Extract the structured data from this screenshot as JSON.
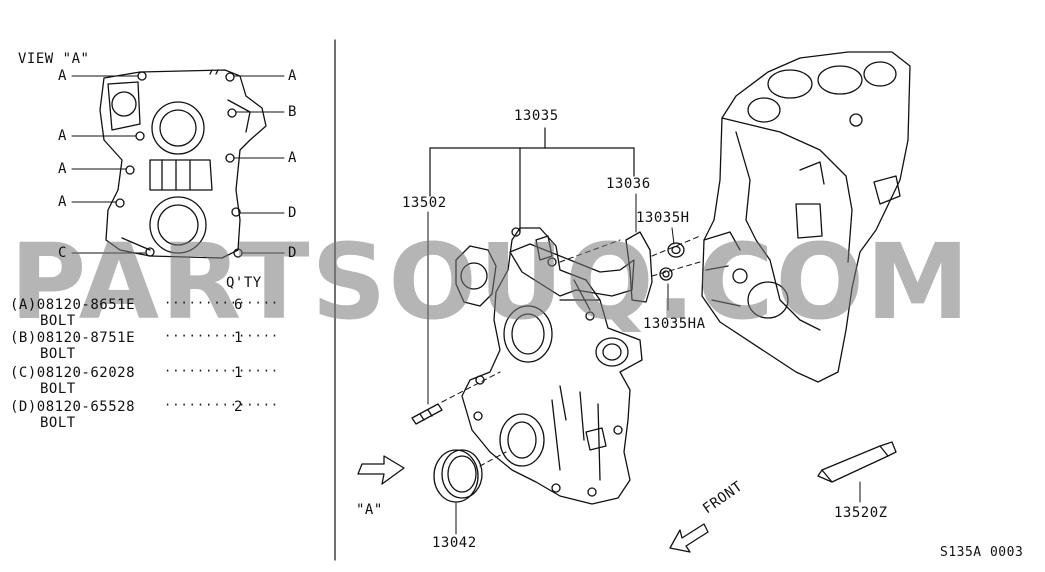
{
  "view_label": "VIEW \"A\"",
  "view_markers": {
    "a1": "A",
    "a2": "A",
    "a3": "A",
    "a4": "A",
    "a5": "A",
    "a6": "A",
    "b1": "B",
    "c1": "C",
    "d1": "D",
    "d2": "D"
  },
  "bolt_table": {
    "qty_header": "Q'TY",
    "rows": [
      {
        "code": "(A)08120-8651E",
        "qty": "6",
        "name": "BOLT"
      },
      {
        "code": "(B)08120-8751E",
        "qty": "1",
        "name": "BOLT"
      },
      {
        "code": "(C)08120-62028",
        "qty": "1",
        "name": "BOLT"
      },
      {
        "code": "(D)08120-65528",
        "qty": "2",
        "name": "BOLT"
      }
    ]
  },
  "part_numbers": {
    "p13035": "13035",
    "p13502": "13502",
    "p13036": "13036",
    "p13035H": "13035H",
    "p13035HA": "13035HA",
    "p13042": "13042",
    "p13520Z": "13520Z"
  },
  "view_a_arrow_label": "\"A\"",
  "front_label": "FRONT",
  "diagram_code": "S135A 0003",
  "watermark": "PARTSOUQ.COM"
}
